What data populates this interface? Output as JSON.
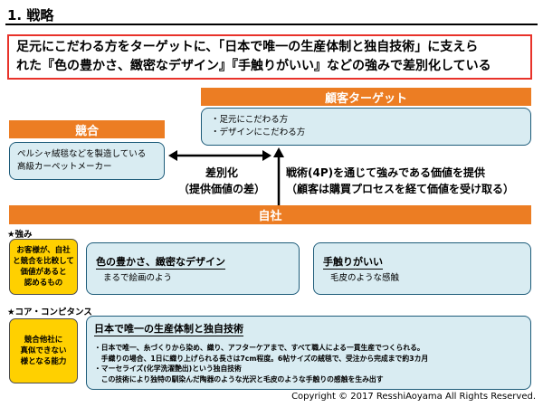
{
  "title": "1. 戦略",
  "headline": {
    "line1": "足元にこだわる方をターゲットに、「日本で唯一の生産体制と独自技術」に支えら",
    "line2": "れた『色の豊かさ、緻密なデザイン』『手触りがいい』などの強みで差別化している"
  },
  "target": {
    "header": "顧客ターゲット",
    "items": [
      "・足元にこだわる方",
      "・デザインにこだわる方"
    ]
  },
  "competition": {
    "header": "競合",
    "lines": [
      "ペルシャ絨毯などを製造している",
      "高級カーペットメーカー"
    ]
  },
  "differentiation": {
    "line1": "差別化",
    "line2": "（提供価値の差）"
  },
  "value_proposition": {
    "line1": "戦術(4P)を通じて強みである価値を提供",
    "line2": "（顧客は購買プロセスを経て価値を受け取る）"
  },
  "company": {
    "header": "自社"
  },
  "strengths": {
    "label": "★強み",
    "note": [
      "お客様が、自社",
      "と競合を比較して",
      "価値があると",
      "認めるもの"
    ],
    "items": [
      {
        "title": "色の豊かさ、緻密なデザイン",
        "desc": "まるで絵画のよう"
      },
      {
        "title": "手触りがいい",
        "desc": "毛皮のような感触"
      }
    ]
  },
  "core": {
    "label": "★コア・コンピタンス",
    "note": [
      "競合他社に",
      "真似できない",
      "様となる能力"
    ],
    "title": "日本で唯一の生産体制と独自技術",
    "lines": [
      "・日本で唯一、糸づくりから染め、織り、アフターケアまで、すべて職人による一貫生産でつくられる。",
      "　手織りの場合、1日に織り上げられる長さは7cm程度。6帖サイズの絨毯で、受注から完成まで約3カ月",
      "・マーセライズ(化学洗濯艶出)という独自技術",
      "　この技術により独特の馴染んだ陶器のような光沢と毛皮のような手触りの感触を生み出す"
    ]
  },
  "copyright": "Copyright © 2017 ResshiAoyama All Rights Reserved.",
  "colors": {
    "orange": "#ec7d23",
    "red": "#e8322a",
    "light_blue": "#d9ecf2",
    "yellow": "#ffd000"
  }
}
